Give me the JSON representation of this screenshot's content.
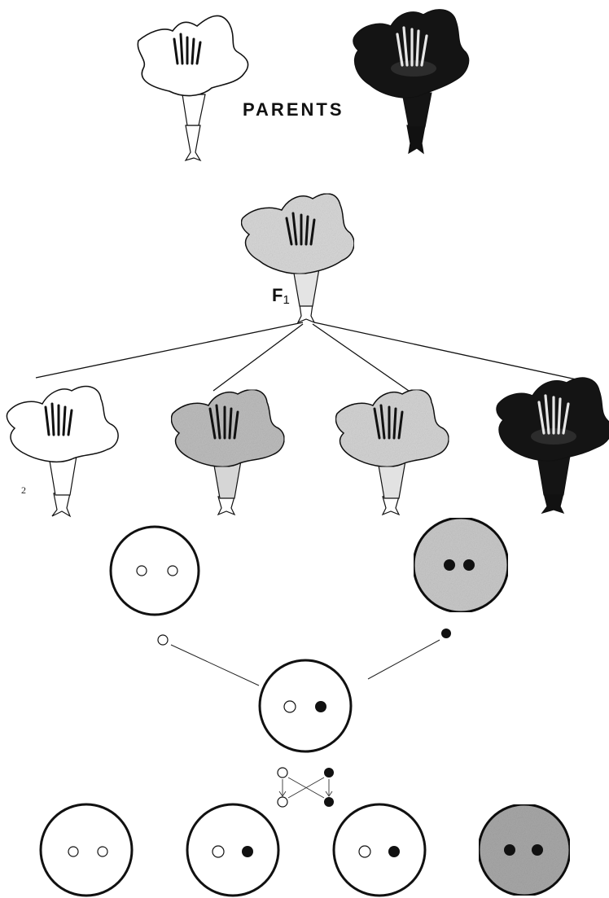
{
  "labels": {
    "parents": "PARENTS",
    "f1_letter": "F",
    "f1_subscript": "1",
    "plate_number": "2"
  },
  "colors": {
    "white_flower": "#ffffff",
    "pink_flower": "#d6d6d6",
    "intermediate_flower": "#c4c4c4",
    "dark_flower": "#141414",
    "dark_cell": "#c9c9c9",
    "stroke": "#111111"
  }
}
